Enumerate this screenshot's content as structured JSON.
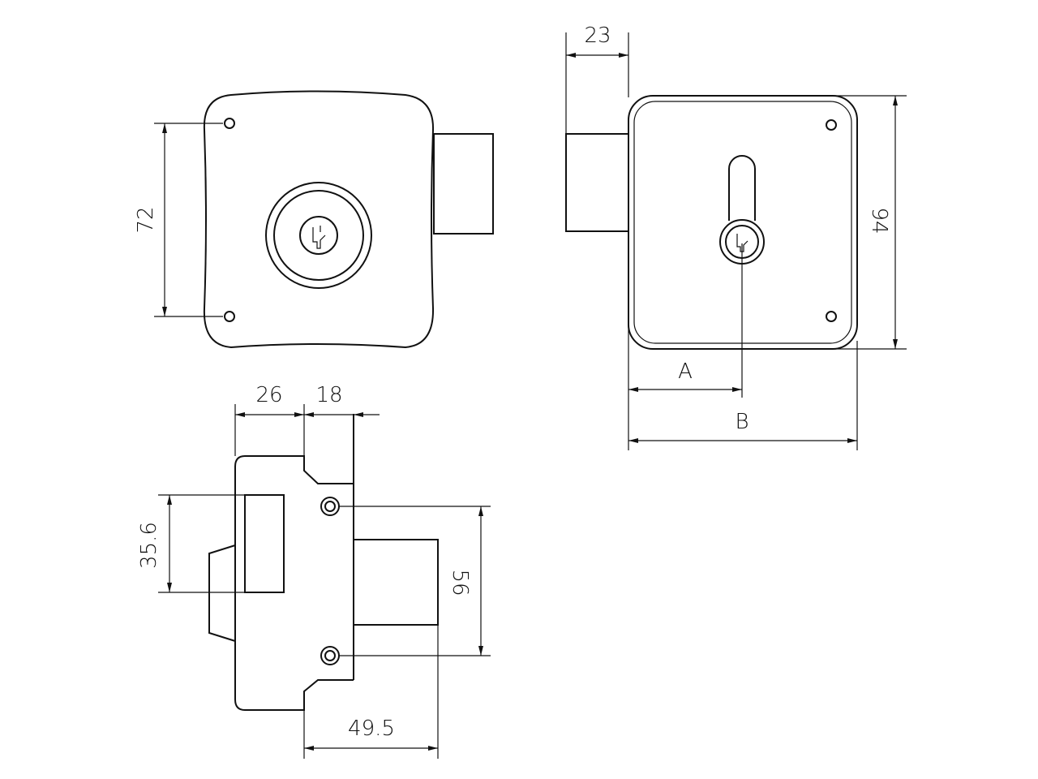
{
  "drawing": {
    "title": "Rim lock technical drawing",
    "dimensions": {
      "bolt_depth": "23",
      "front_screw_spacing": "72",
      "back_height": "94",
      "back_key_offset": "A",
      "back_width": "B",
      "side_body_depth": "26",
      "side_plate_depth": "18",
      "side_latch_height": "35.6",
      "side_screw_spacing": "56",
      "side_bolt_length": "49.5"
    }
  }
}
